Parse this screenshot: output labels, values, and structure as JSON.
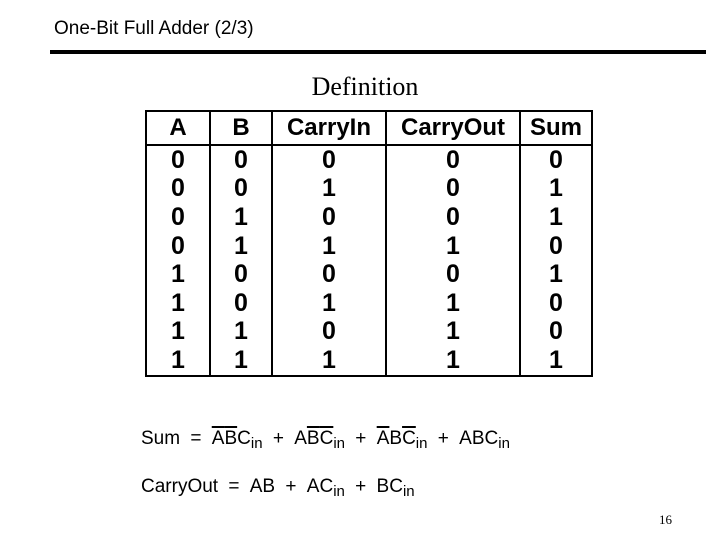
{
  "slide": {
    "title": "One-Bit Full Adder (2/3)",
    "subheading": "Definition",
    "page_number": "16"
  },
  "truth_table": {
    "headers": [
      "A",
      "B",
      "CarryIn",
      "CarryOut",
      "Sum"
    ],
    "rows": [
      [
        "0",
        "0",
        "0",
        "0",
        "0"
      ],
      [
        "0",
        "0",
        "1",
        "0",
        "1"
      ],
      [
        "0",
        "1",
        "0",
        "0",
        "1"
      ],
      [
        "0",
        "1",
        "1",
        "1",
        "0"
      ],
      [
        "1",
        "0",
        "0",
        "0",
        "1"
      ],
      [
        "1",
        "0",
        "1",
        "1",
        "0"
      ],
      [
        "1",
        "1",
        "0",
        "1",
        "0"
      ],
      [
        "1",
        "1",
        "1",
        "1",
        "1"
      ]
    ]
  },
  "equations": {
    "sum": {
      "lhs": "Sum",
      "eq": "=",
      "plus": "+",
      "terms": [
        {
          "a": "A",
          "b": "B",
          "c": "C",
          "sub": "in"
        },
        {
          "a": "A",
          "b": "B",
          "c": "C",
          "sub": "in"
        },
        {
          "a": "A",
          "b": "B",
          "c": "C",
          "sub": "in"
        },
        {
          "a": "A",
          "b": "B",
          "c": "C",
          "sub": "in"
        }
      ]
    },
    "carry": {
      "lhs": "CarryOut",
      "eq": "=",
      "plus": "+",
      "term1": "AB",
      "term2": "AC",
      "term2_sub": "in",
      "term3": "BC",
      "term3_sub": "in"
    }
  }
}
